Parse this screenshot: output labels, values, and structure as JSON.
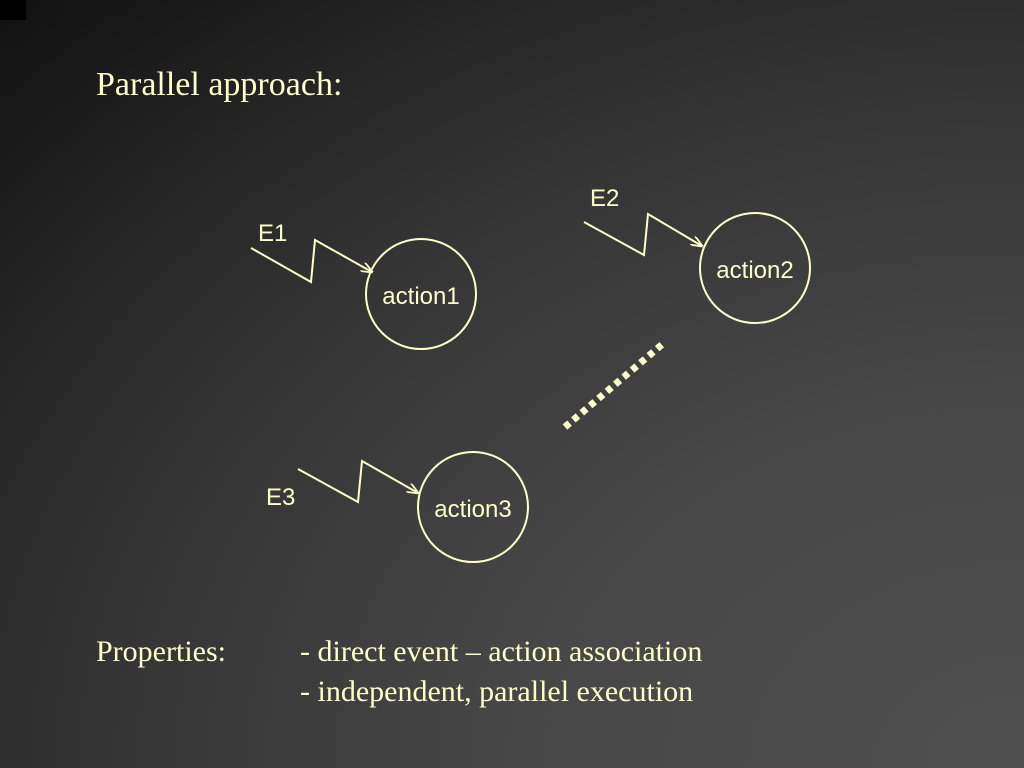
{
  "slide": {
    "title": "Parallel approach:",
    "colors": {
      "foreground": "#ffffcc",
      "background_dark": "#111111",
      "background_light": "#4f4f4f"
    }
  },
  "diagram": {
    "events": [
      {
        "id": "E1",
        "label": "E1",
        "target": "action1"
      },
      {
        "id": "E2",
        "label": "E2",
        "target": "action2"
      },
      {
        "id": "E3",
        "label": "E3",
        "target": "action3"
      }
    ],
    "actions": [
      {
        "id": "action1",
        "label": "action1"
      },
      {
        "id": "action2",
        "label": "action2"
      },
      {
        "id": "action3",
        "label": "action3"
      }
    ]
  },
  "properties": {
    "label": "Properties:",
    "items": [
      "- direct event – action association",
      "- independent, parallel execution"
    ]
  }
}
